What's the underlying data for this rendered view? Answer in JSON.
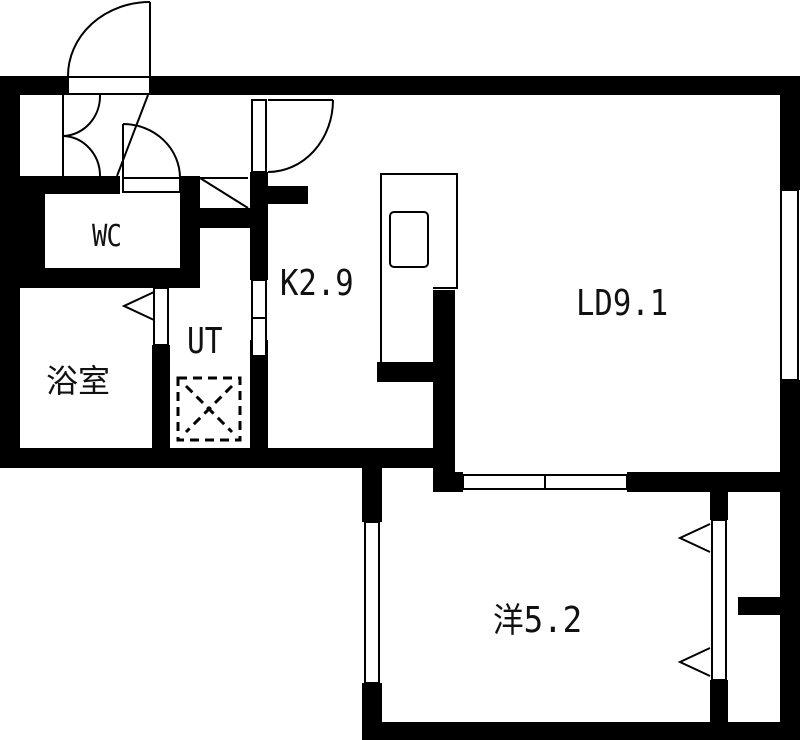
{
  "floor_plan": {
    "rooms": [
      {
        "id": "wc",
        "label": "WC"
      },
      {
        "id": "kitchen",
        "label": "K2.9"
      },
      {
        "id": "living_dining",
        "label": "LD9.1"
      },
      {
        "id": "utility",
        "label": "UT"
      },
      {
        "id": "bathroom",
        "label": "浴室"
      },
      {
        "id": "western_room",
        "prefix": "洋",
        "label": "5.2"
      }
    ],
    "colors": {
      "wall": "#000000",
      "background": "#ffffff",
      "line": "#000000"
    }
  }
}
